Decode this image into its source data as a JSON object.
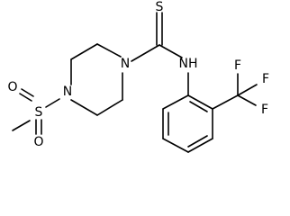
{
  "atoms": {
    "thione_sulfur": "S",
    "amide_nitrogen": "NH",
    "piperazine_nitrogen_top": "N",
    "piperazine_nitrogen_bottom": "N",
    "sulfonyl_sulfur": "S",
    "sulfonyl_oxygen_left": "O",
    "sulfonyl_oxygen_bottom": "O",
    "fluorine_top": "F",
    "fluorine_right": "F",
    "fluorine_bottom": "F"
  }
}
